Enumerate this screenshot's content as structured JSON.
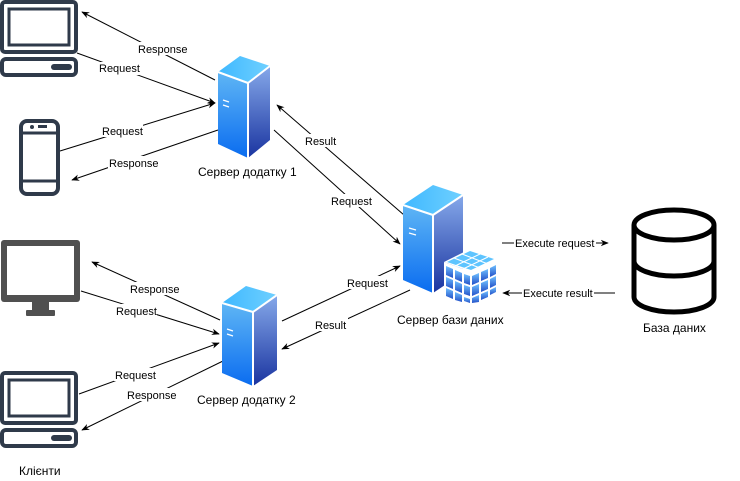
{
  "nodes": {
    "client_laptop_top": {
      "label": ""
    },
    "client_phone": {
      "label": ""
    },
    "client_monitor": {
      "label": ""
    },
    "client_laptop_bottom": {
      "label": ""
    },
    "clients_caption": "Клієнти",
    "app_server_1": {
      "label": "Сервер додатку 1"
    },
    "app_server_2": {
      "label": "Сервер додатку 2"
    },
    "db_server": {
      "label": "Сервер бази даних"
    },
    "database": {
      "label": "База даних"
    }
  },
  "edges": {
    "laptop1_response": "Response",
    "laptop1_request": "Request",
    "phone_request": "Request",
    "phone_response": "Response",
    "app1_result": "Result",
    "app1_request": "Request",
    "monitor_response": "Response",
    "monitor_request": "Request",
    "laptop2_request": "Request",
    "laptop2_response": "Response",
    "app2_request": "Request",
    "app2_result": "Result",
    "execute_request": "Execute request",
    "execute_result": "Execute result"
  },
  "colors": {
    "line": "#000000",
    "client_icon": "#2f3a4a",
    "monitor_icon": "#505050",
    "server_light": "#4fc3ff",
    "server_dark": "#1a3ea8"
  }
}
